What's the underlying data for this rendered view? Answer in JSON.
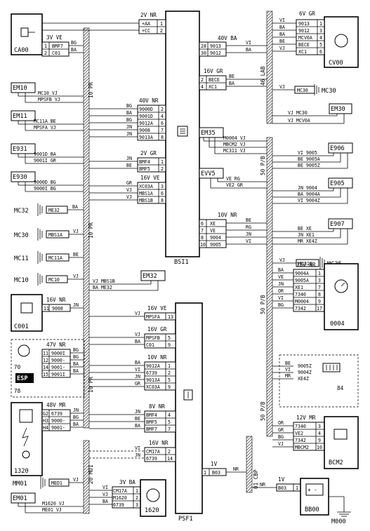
{
  "components": {
    "bsi": "BSI1",
    "psf": "PSF1",
    "ca00": "CA00",
    "cv00": "CV00",
    "c001": "C001",
    "c0004": "0004",
    "c1320": "1320",
    "c1620": "1620",
    "bcm2": "BCM2",
    "bb00": "BB00",
    "m000": "M000",
    "esp": "ESP",
    "n70": "70",
    "n78": "78",
    "n84": "84"
  },
  "buses": {
    "bus10pr_a": "10 PR",
    "bus10pr_b": "10 PR",
    "bus10pr_c": "10 PR",
    "bus20mo": "20 MO1",
    "bus46": "46 LAB",
    "bus50_a": "50 P/B",
    "bus50_b": "50 P/B",
    "bus50_c": "50 P/B",
    "bus01": "01 CBP"
  },
  "emitters": {
    "em10": "EM10",
    "em11": "EM11",
    "e931": "E931",
    "e930": "E930",
    "em35": "EM35",
    "evv5": "EVV5",
    "e906": "E906",
    "e905": "E905",
    "e907": "E907",
    "em30": "EM30",
    "em32": "EM32",
    "em01": "EM01"
  },
  "grounds": {
    "mc30_r": "MC30",
    "mc35": "MC35",
    "mc32": "MC32",
    "mc30_l": "MC30",
    "mc11": "MC11",
    "mc10": "MC10",
    "mm01": "MM01",
    "splice_mc30_r": "MC30",
    "splice_mc311": "MC311",
    "splice_me32": "ME32",
    "splice_mbs1a": "MBS1A",
    "splice_mc11a": "MC11A",
    "splice_mc10": "MC10",
    "splice_med1": "MED1"
  },
  "connectors": {
    "c2vnr": {
      "title": "2V NR",
      "rows": [
        [
          "+AA",
          "1"
        ],
        [
          "+CC",
          "2"
        ]
      ]
    },
    "c3vve": {
      "title": "3V VE",
      "rows": [
        [
          "1",
          "BMF7"
        ],
        [
          "2",
          "C01"
        ]
      ]
    },
    "c6vgr": {
      "title": "6V GR",
      "rows": [
        [
          "9013",
          "1"
        ],
        [
          "9012",
          "3"
        ],
        [
          "MCV0A",
          "4"
        ],
        [
          "BECE",
          "5"
        ],
        [
          "XC1",
          "6"
        ]
      ]
    },
    "c40vba": {
      "title": "40V BA",
      "rows": [
        [
          "28",
          "9013"
        ],
        [
          "30",
          "9012"
        ]
      ]
    },
    "c16vgr_t": {
      "title": "16V GR",
      "rows": [
        [
          "2",
          "BECE"
        ],
        [
          "4",
          "XC1"
        ]
      ]
    },
    "c40vnr": {
      "title": "40V NR",
      "rows": [
        [
          "9000D",
          "2"
        ],
        [
          "9001D",
          "4"
        ],
        [
          "9012A",
          "6"
        ],
        [
          "9008",
          "7"
        ],
        [
          "9013A",
          "8"
        ]
      ]
    },
    "c2vgr": {
      "title": "2V GR",
      "rows": [
        [
          "BMF4",
          "1"
        ],
        [
          "BMF5",
          "2"
        ]
      ]
    },
    "c16vve": {
      "title": "16V VE",
      "rows": [
        [
          "XC03A",
          "3"
        ],
        [
          "MBS1A",
          "6"
        ],
        [
          "MBS1B",
          "8"
        ]
      ]
    },
    "c10vnr_r": {
      "title": "10V NR",
      "rows": [
        [
          "6",
          "XE"
        ],
        [
          "7",
          "VE"
        ],
        [
          "8",
          "9004"
        ],
        [
          "10",
          "9005"
        ]
      ]
    },
    "c16vnr_c001": {
      "title": "16V NR",
      "rows": [
        [
          "11",
          "9008"
        ]
      ]
    },
    "c47vnr": {
      "title": "47V NR",
      "rows": [
        [
          "11",
          "9000I"
        ],
        [
          "12",
          "9000-"
        ],
        [
          "14",
          "9001-"
        ],
        [
          "15",
          "9001I"
        ]
      ]
    },
    "c48vmr": {
      "title": "48V MR",
      "rows": [
        [
          "G2",
          "6739"
        ],
        [
          "H3",
          "9000-"
        ],
        [
          "H4",
          "9001-"
        ]
      ]
    },
    "c16vve_p": {
      "title": "16V VE",
      "rows": [
        [
          "MPSFA",
          "13"
        ]
      ]
    },
    "c16vgr_p": {
      "title": "16V GR",
      "rows": [
        [
          "MPSFB",
          "5"
        ],
        [
          "C01",
          "9"
        ]
      ]
    },
    "c10vnr_p": {
      "title": "10V NR",
      "rows": [
        [
          "9012A",
          "1"
        ],
        [
          "6739",
          "2"
        ],
        [
          "9013A",
          "5"
        ],
        [
          "XC03A",
          "9"
        ]
      ]
    },
    "c8vnr": {
      "title": "8V NR",
      "rows": [
        [
          "BMF4",
          "4"
        ],
        [
          "BMF5",
          "5"
        ],
        [
          "BMF7",
          "7"
        ]
      ]
    },
    "c16vnr_p": {
      "title": "16V NR",
      "rows": [
        [
          "CM17A",
          "2"
        ],
        [
          "6739",
          "14"
        ]
      ]
    },
    "c3vba": {
      "title": "3V BA",
      "rows": [
        [
          "CM17A",
          "1"
        ],
        [
          "M1620",
          "2"
        ],
        [
          "6739",
          "3"
        ]
      ]
    },
    "c1v_psf": {
      "title": "1V",
      "rows": [
        [
          "1",
          "B03"
        ]
      ]
    },
    "c1v_bb": {
      "title": "1V",
      "rows": [
        [
          "B03",
          "1"
        ]
      ]
    },
    "c18vnr": {
      "title": "18V NR",
      "rows": [
        [
          "9004A",
          "1"
        ],
        [
          "9005A",
          "3"
        ],
        [
          "XE1",
          "7"
        ],
        [
          "7340",
          "8"
        ],
        [
          "M0004",
          "9"
        ],
        [
          "7342",
          "17"
        ]
      ]
    },
    "c12vmr": {
      "title": "12V MR",
      "rows": [
        [
          "7340",
          "3"
        ],
        [
          "VE2",
          "4"
        ],
        [
          "7342",
          "9"
        ],
        [
          "MBCM2",
          "10"
        ]
      ]
    }
  },
  "wires": {
    "w_bg_ca00": "BG",
    "w_ba_ca00": "BA",
    "w_vi_cv": "VI",
    "w_ba_cv1": "BA",
    "w_ba_cv2": "BA",
    "w_be_cv": "BE",
    "w_vj_cv": "VJ",
    "w_vi_40": "VI",
    "w_ba_40": "BA",
    "w_be_16": "BE",
    "w_ba_16": "BA",
    "w_vj_mc30": "VJ",
    "em30_1": "VJ  MC30",
    "em30_2": "VJ  MCV0A",
    "em10_1": "MC10 VJ",
    "em10_2": "MPSFB VJ",
    "em11_1": "MC11A BE",
    "em11_2": "MPSFA VJ",
    "e931_1": "9001D BA",
    "e931_2": "9001I GR",
    "e930_1": "9000D BG",
    "e930_2": "9000I BG",
    "bsi_bg1": "BG",
    "bsi_ba1": "BA",
    "bsi_bg2": "BG",
    "bsi_jn1": "JN",
    "bsi_jn2": "JN",
    "bsi_jn3": "JN",
    "bsi_be1": "BE",
    "bsi_gr1": "GR",
    "bsi_vj1": "VJ",
    "bsi_vj2": "VJ",
    "em35_1": "M0004 VJ",
    "em35_2": "MBCM2 VJ",
    "em35_3": "MC311 VJ",
    "evv5_1": "VE  RG",
    "evv5_2": "VE2  GR",
    "e906_1": "VI   9005",
    "e906_2": "BE   9005A",
    "e906_3": "BE   9005Z",
    "e905_1": "JN   9004",
    "e905_2": "BA   9004A",
    "e905_3": "VI   9004Z",
    "e907_1": "BE    XE",
    "e907_2": "JN    XE1",
    "e907_3": "MR    XE4Z",
    "r10_be": "BE",
    "r10_rg": "RG",
    "r10_jn": "JN",
    "r10_vi": "VI",
    "mc35_vj": "VJ",
    "mc32_ba": "BA",
    "mc30l_vj": "VJ",
    "mc11_be": "BE",
    "mc10_vj": "VJ",
    "em32_1": "VJ   MBS1B",
    "em32_2": "BA   ME32",
    "c001_jn": "JN",
    "p_vj": "VJ",
    "p_vj2": "VJ",
    "p_ba": "BA",
    "p_ba2": "BA",
    "p_vi": "VI",
    "p_jn": "JN",
    "p_gr": "GR",
    "p_jn2": "JN",
    "p_be2": "BE",
    "p_ba3": "BA",
    "p47_bg": "BG",
    "p47_bg2": "BG",
    "p47_ba": "BA",
    "p47_ba2": "BA",
    "p48_jn": "JN",
    "p48_bg": "BG",
    "p48_ba": "BA",
    "p16_vi": "VI",
    "p16_jn": "JN",
    "c1620_vi": "VI",
    "c1620_vj": "VJ",
    "c1620_ba": "BA",
    "med1_vj": "VJ",
    "em01_1": "M1620 VJ",
    "em01_2": "ME01 VJ",
    "nr_psf": "NR",
    "nr_bb": "NR",
    "r18_ba": "BA",
    "r18_ve": "VE",
    "r18_jn": "JN",
    "r18_or": "OR",
    "r18_vi": "VI",
    "r18_bg": "BG",
    "r84_be": "BE",
    "r84_vi": "VI",
    "r84_mr": "MR",
    "r84_1": "9005Z",
    "r84_2": "9004Z",
    "r84_3": "XE4Z",
    "r12_or": "OR",
    "r12_gr": "GR",
    "r12_bg": "BG",
    "r12_vj": "VJ"
  }
}
